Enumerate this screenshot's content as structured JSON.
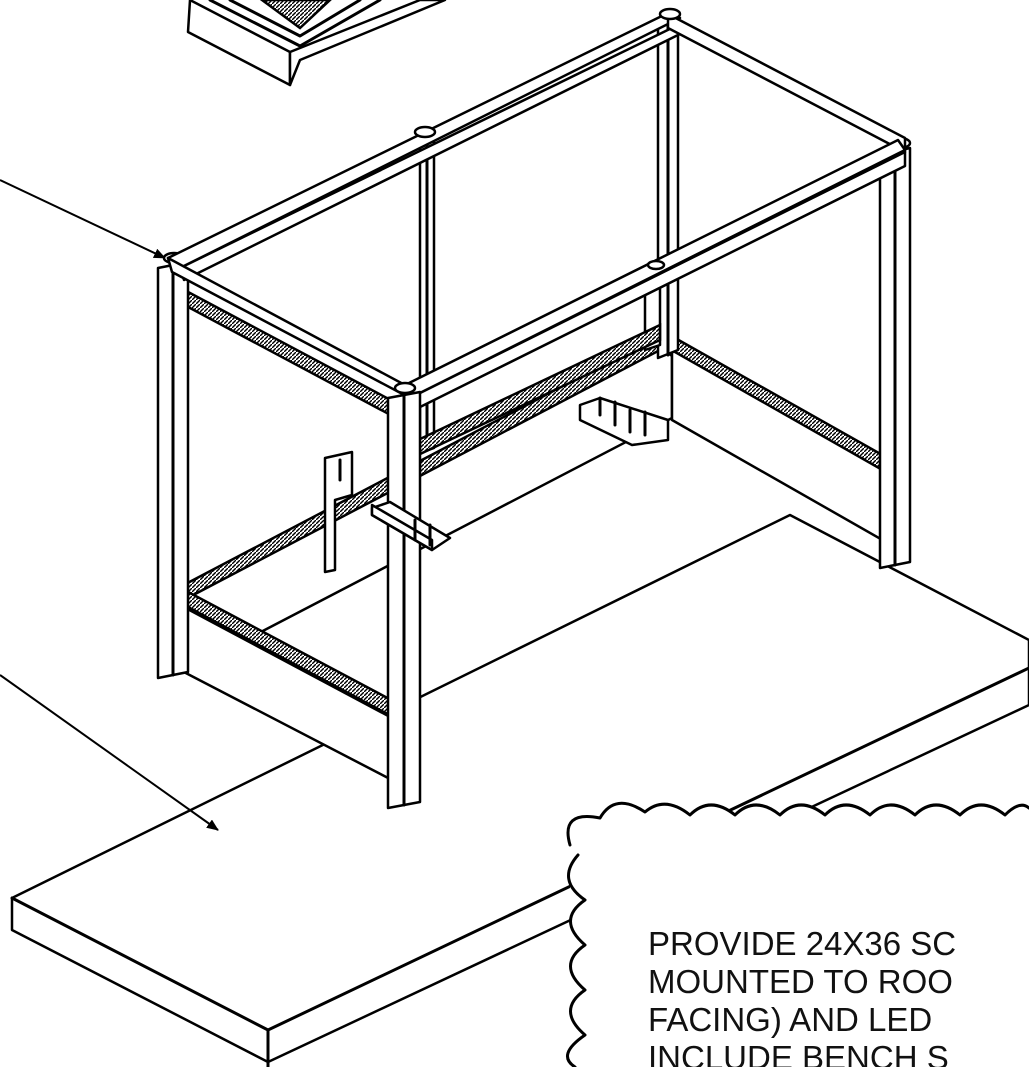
{
  "note": {
    "lines": [
      "PROVIDE 24X36 SC",
      "MOUNTED TO ROO",
      "FACING) AND LED",
      "INCLUDE BENCH S"
    ]
  },
  "colors": {
    "line": "#000000",
    "background": "#ffffff"
  }
}
